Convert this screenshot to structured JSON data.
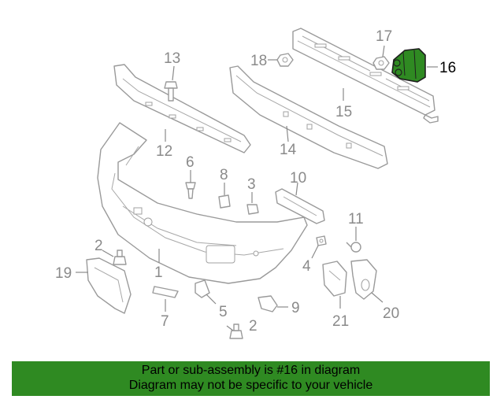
{
  "diagram": {
    "highlight_color": "#2f8a22",
    "highlighted_part": "16",
    "callouts": {
      "c1": "1",
      "c2a": "2",
      "c2b": "2",
      "c3": "3",
      "c4": "4",
      "c5": "5",
      "c6": "6",
      "c7": "7",
      "c8": "8",
      "c9": "9",
      "c10": "10",
      "c11": "11",
      "c12": "12",
      "c13": "13",
      "c14": "14",
      "c15": "15",
      "c16": "16",
      "c17": "17",
      "c18": "18",
      "c19": "19",
      "c20": "20",
      "c21": "21"
    }
  },
  "banner": {
    "line1": "Part or sub-assembly is #16 in diagram",
    "line2": "Diagram may not be specific to your vehicle",
    "background": "#2f8a22"
  }
}
